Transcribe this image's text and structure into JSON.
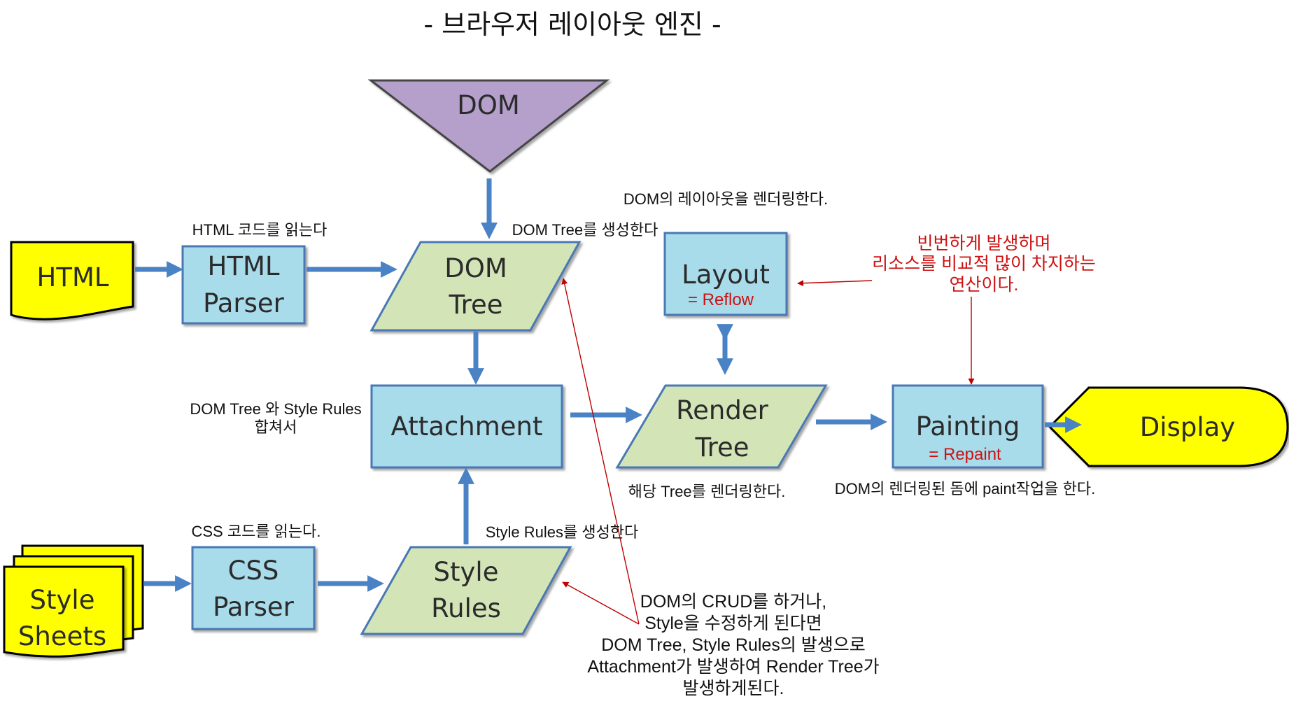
{
  "title": "- 브라우저 레이아웃 엔진 -",
  "nodes": {
    "dom": "DOM",
    "html": "HTML",
    "html_parser": [
      "HTML",
      "Parser"
    ],
    "dom_tree": [
      "DOM",
      "Tree"
    ],
    "layout": "Layout",
    "layout_sub": "= Reflow",
    "attachment": "Attachment",
    "render_tree": [
      "Render",
      "Tree"
    ],
    "painting": "Painting",
    "painting_sub": "= Repaint",
    "display": "Display",
    "style_sheets": [
      "Style",
      "Sheets"
    ],
    "css_parser": [
      "CSS",
      "Parser"
    ],
    "style_rules": [
      "Style",
      "Rules"
    ]
  },
  "annotations": {
    "html_read": "HTML 코드를 읽는다",
    "dom_tree_create": "DOM Tree를 생성한다",
    "dom_layout_render": "DOM의 레이아웃을 렌더링한다.",
    "frequent": [
      "빈번하게 발생하며",
      "리소스를 비교적 많이 차지하는",
      "연산이다."
    ],
    "merge": [
      "DOM Tree 와 Style Rules",
      "합쳐서"
    ],
    "render_tree_render": "해당 Tree를 렌더링한다.",
    "paint_work": "DOM의 렌더링된 돔에 paint작업을 한다.",
    "css_read": "CSS 코드를 읽는다.",
    "style_rules_create": "Style Rules를 생성한다",
    "crud_note": [
      "DOM의 CRUD를 하거나,",
      "Style을 수정하게 된다면",
      "DOM Tree, Style Rules의 발생으로",
      "Attachment가 발생하여 Render Tree가",
      "발생하게된다."
    ]
  }
}
